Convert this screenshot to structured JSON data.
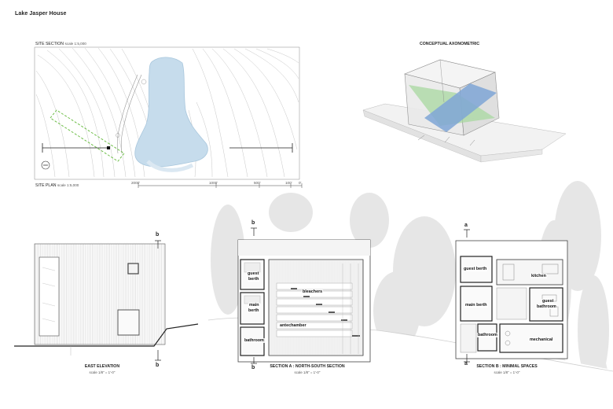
{
  "sheet": {
    "title": "Lake Jasper House"
  },
  "site_section": {
    "label": "SITE SECTION",
    "scale": "scale 1:5,000"
  },
  "site_plan": {
    "label": "SITE PLAN",
    "scale": "scale 1:5,000",
    "scalebar": [
      "2000'",
      "1000'",
      "500'",
      "100'",
      "0'"
    ]
  },
  "axonometric": {
    "label": "CONCEPTUAL AXONOMETRIC"
  },
  "east_elevation": {
    "label": "EAST ELEVATION",
    "scale": "scale 1/8\" = 1'-0\"",
    "marker": "b"
  },
  "section_a": {
    "label": "SECTION A : NORTH-SOUTH SECTION",
    "scale": "scale 1/8\" = 1'-0\"",
    "marker": "b",
    "rooms": {
      "guest_berth_1": "guest",
      "guest_berth_2": "berth",
      "main_berth_1": "main",
      "main_berth_2": "berth",
      "bathroom": "bathroom",
      "bleachers": "bleachers",
      "antechamber": "antechamber"
    }
  },
  "section_b": {
    "label": "SECTION B : MINIMAL SPACES",
    "scale": "scale 1/8\" = 1'-0\"",
    "marker": "a",
    "rooms": {
      "guest_berth": "guest berth",
      "kitchen": "kitchen",
      "main_berth": "main berth",
      "guest_bathroom_1": "guest",
      "guest_bathroom_2": "bathroom",
      "bathroom": "bathroom",
      "mechanical": "mechanical"
    }
  },
  "colors": {
    "lake": "#c6dcec",
    "lake_edge": "#a9c7dd",
    "site_boundary": "#6fbf4a",
    "axo_green": "#a8d8a0",
    "axo_blue": "#7fa6d6",
    "tree_gray": "#d7d7d7"
  }
}
